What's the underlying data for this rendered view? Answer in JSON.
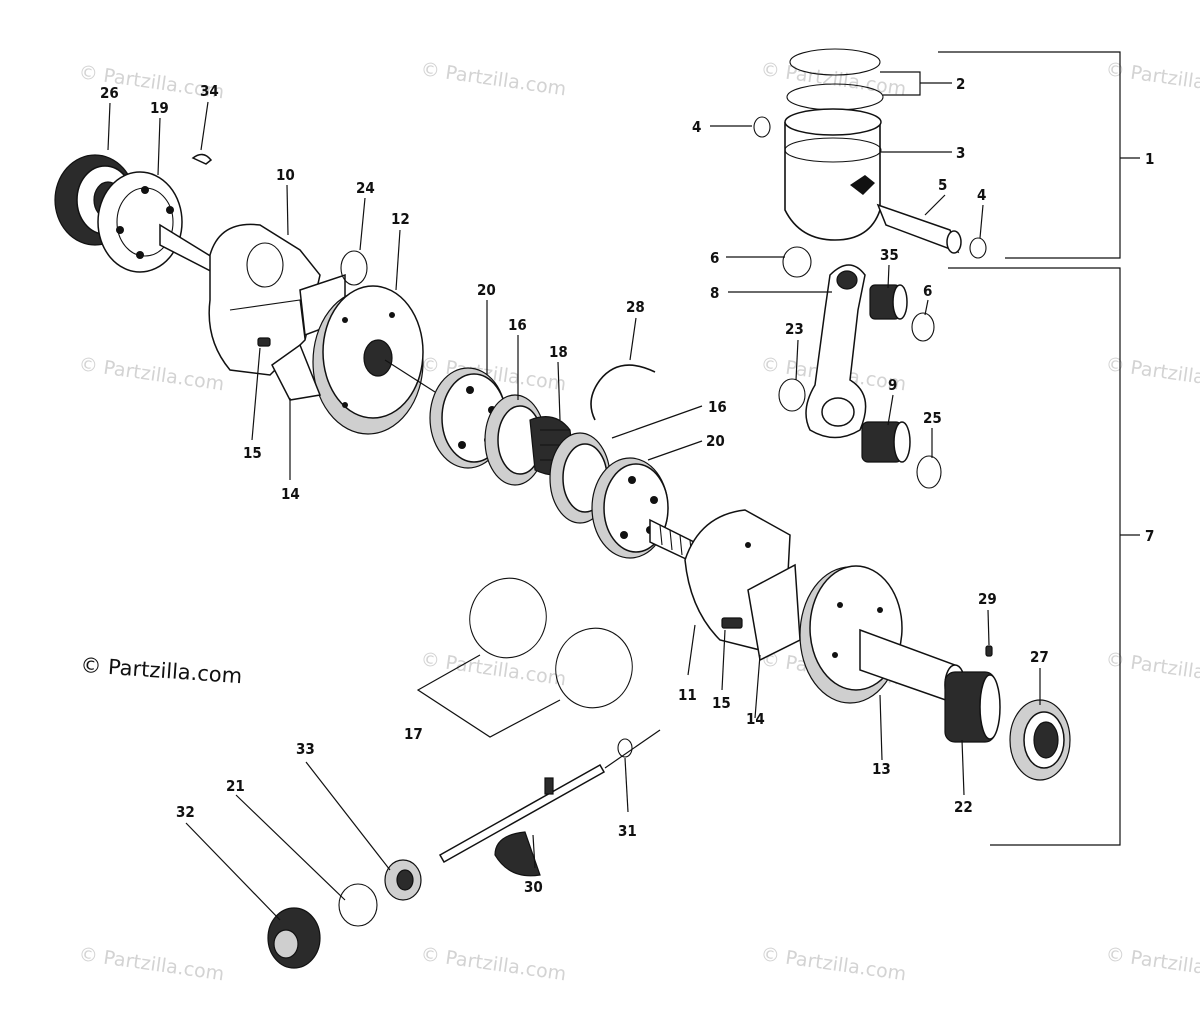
{
  "copyright_text": "© Partzilla.com",
  "watermark_text": "© Partzilla.com",
  "labels": {
    "l1": "1",
    "l2": "2",
    "l3": "3",
    "l4a": "4",
    "l4b": "4",
    "l5": "5",
    "l6a": "6",
    "l6b": "6",
    "l7": "7",
    "l8": "8",
    "l9": "9",
    "l10": "10",
    "l11": "11",
    "l12": "12",
    "l13": "13",
    "l14a": "14",
    "l14b": "14",
    "l15a": "15",
    "l15b": "15",
    "l16a": "16",
    "l16b": "16",
    "l17": "17",
    "l18": "18",
    "l19": "19",
    "l20a": "20",
    "l20b": "20",
    "l21": "21",
    "l22": "22",
    "l23": "23",
    "l24": "24",
    "l25": "25",
    "l26": "26",
    "l27": "27",
    "l28": "28",
    "l29": "29",
    "l30": "30",
    "l31": "31",
    "l32": "32",
    "l33": "33",
    "l34": "34",
    "l35": "35"
  }
}
